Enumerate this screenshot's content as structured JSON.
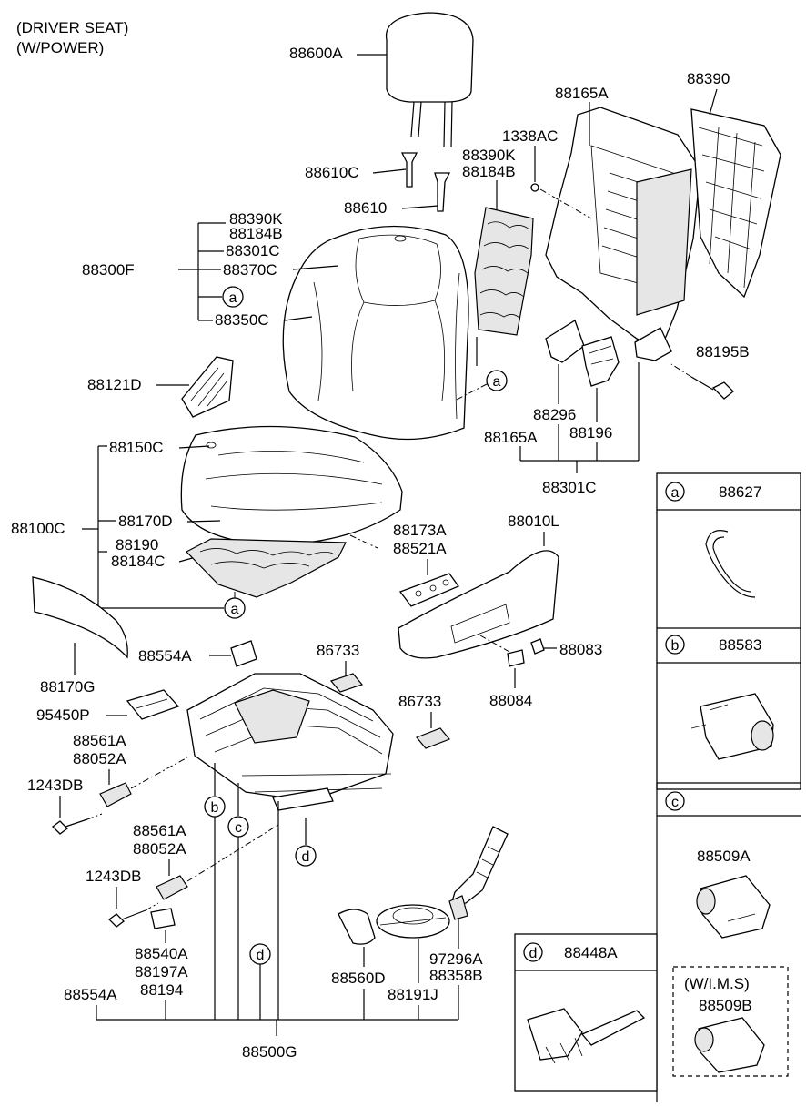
{
  "header": {
    "line1": "(DRIVER SEAT)",
    "line2": "(W/POWER)"
  },
  "labels": {
    "p88600A": "88600A",
    "p88610C": "88610C",
    "p88610": "88610",
    "p88390K_a": "88390K",
    "p88184B_a": "88184B",
    "p88301C_a": "88301C",
    "p88300F": "88300F",
    "p88370C": "88370C",
    "p88350C": "88350C",
    "p88121D": "88121D",
    "p88150C": "88150C",
    "p88100C": "88100C",
    "p88170D": "88170D",
    "p88190": "88190",
    "p88184C": "88184C",
    "p88170G": "88170G",
    "p88165A_top": "88165A",
    "p88390": "88390",
    "p1338AC": "1338AC",
    "p88390K_b": "88390K",
    "p88184B_b": "88184B",
    "p88195B": "88195B",
    "p88296": "88296",
    "p88196": "88196",
    "p88165A_bot": "88165A",
    "p88301C_b": "88301C",
    "p88173A": "88173A",
    "p88521A": "88521A",
    "p88010L": "88010L",
    "p88083": "88083",
    "p88084": "88084",
    "p88554A_top": "88554A",
    "p86733_a": "86733",
    "p86733_b": "86733",
    "p95450P": "95450P",
    "p88561A_a": "88561A",
    "p88052A_a": "88052A",
    "p1243DB_a": "1243DB",
    "p88561A_b": "88561A",
    "p88052A_b": "88052A",
    "p1243DB_b": "1243DB",
    "p88540A": "88540A",
    "p88197A": "88197A",
    "p88194": "88194",
    "p88554A_bot": "88554A",
    "p88560D": "88560D",
    "p88191J": "88191J",
    "p97296A": "97296A",
    "p88358B": "88358B",
    "p88500G": "88500G"
  },
  "callouts": {
    "a": "a",
    "b": "b",
    "c": "c",
    "d": "d"
  },
  "legend": {
    "a_part": "88627",
    "b_part": "88583",
    "c_part": "88509A",
    "d_part": "88448A",
    "ims_title": "(W/I.M.S)",
    "ims_part": "88509B"
  }
}
